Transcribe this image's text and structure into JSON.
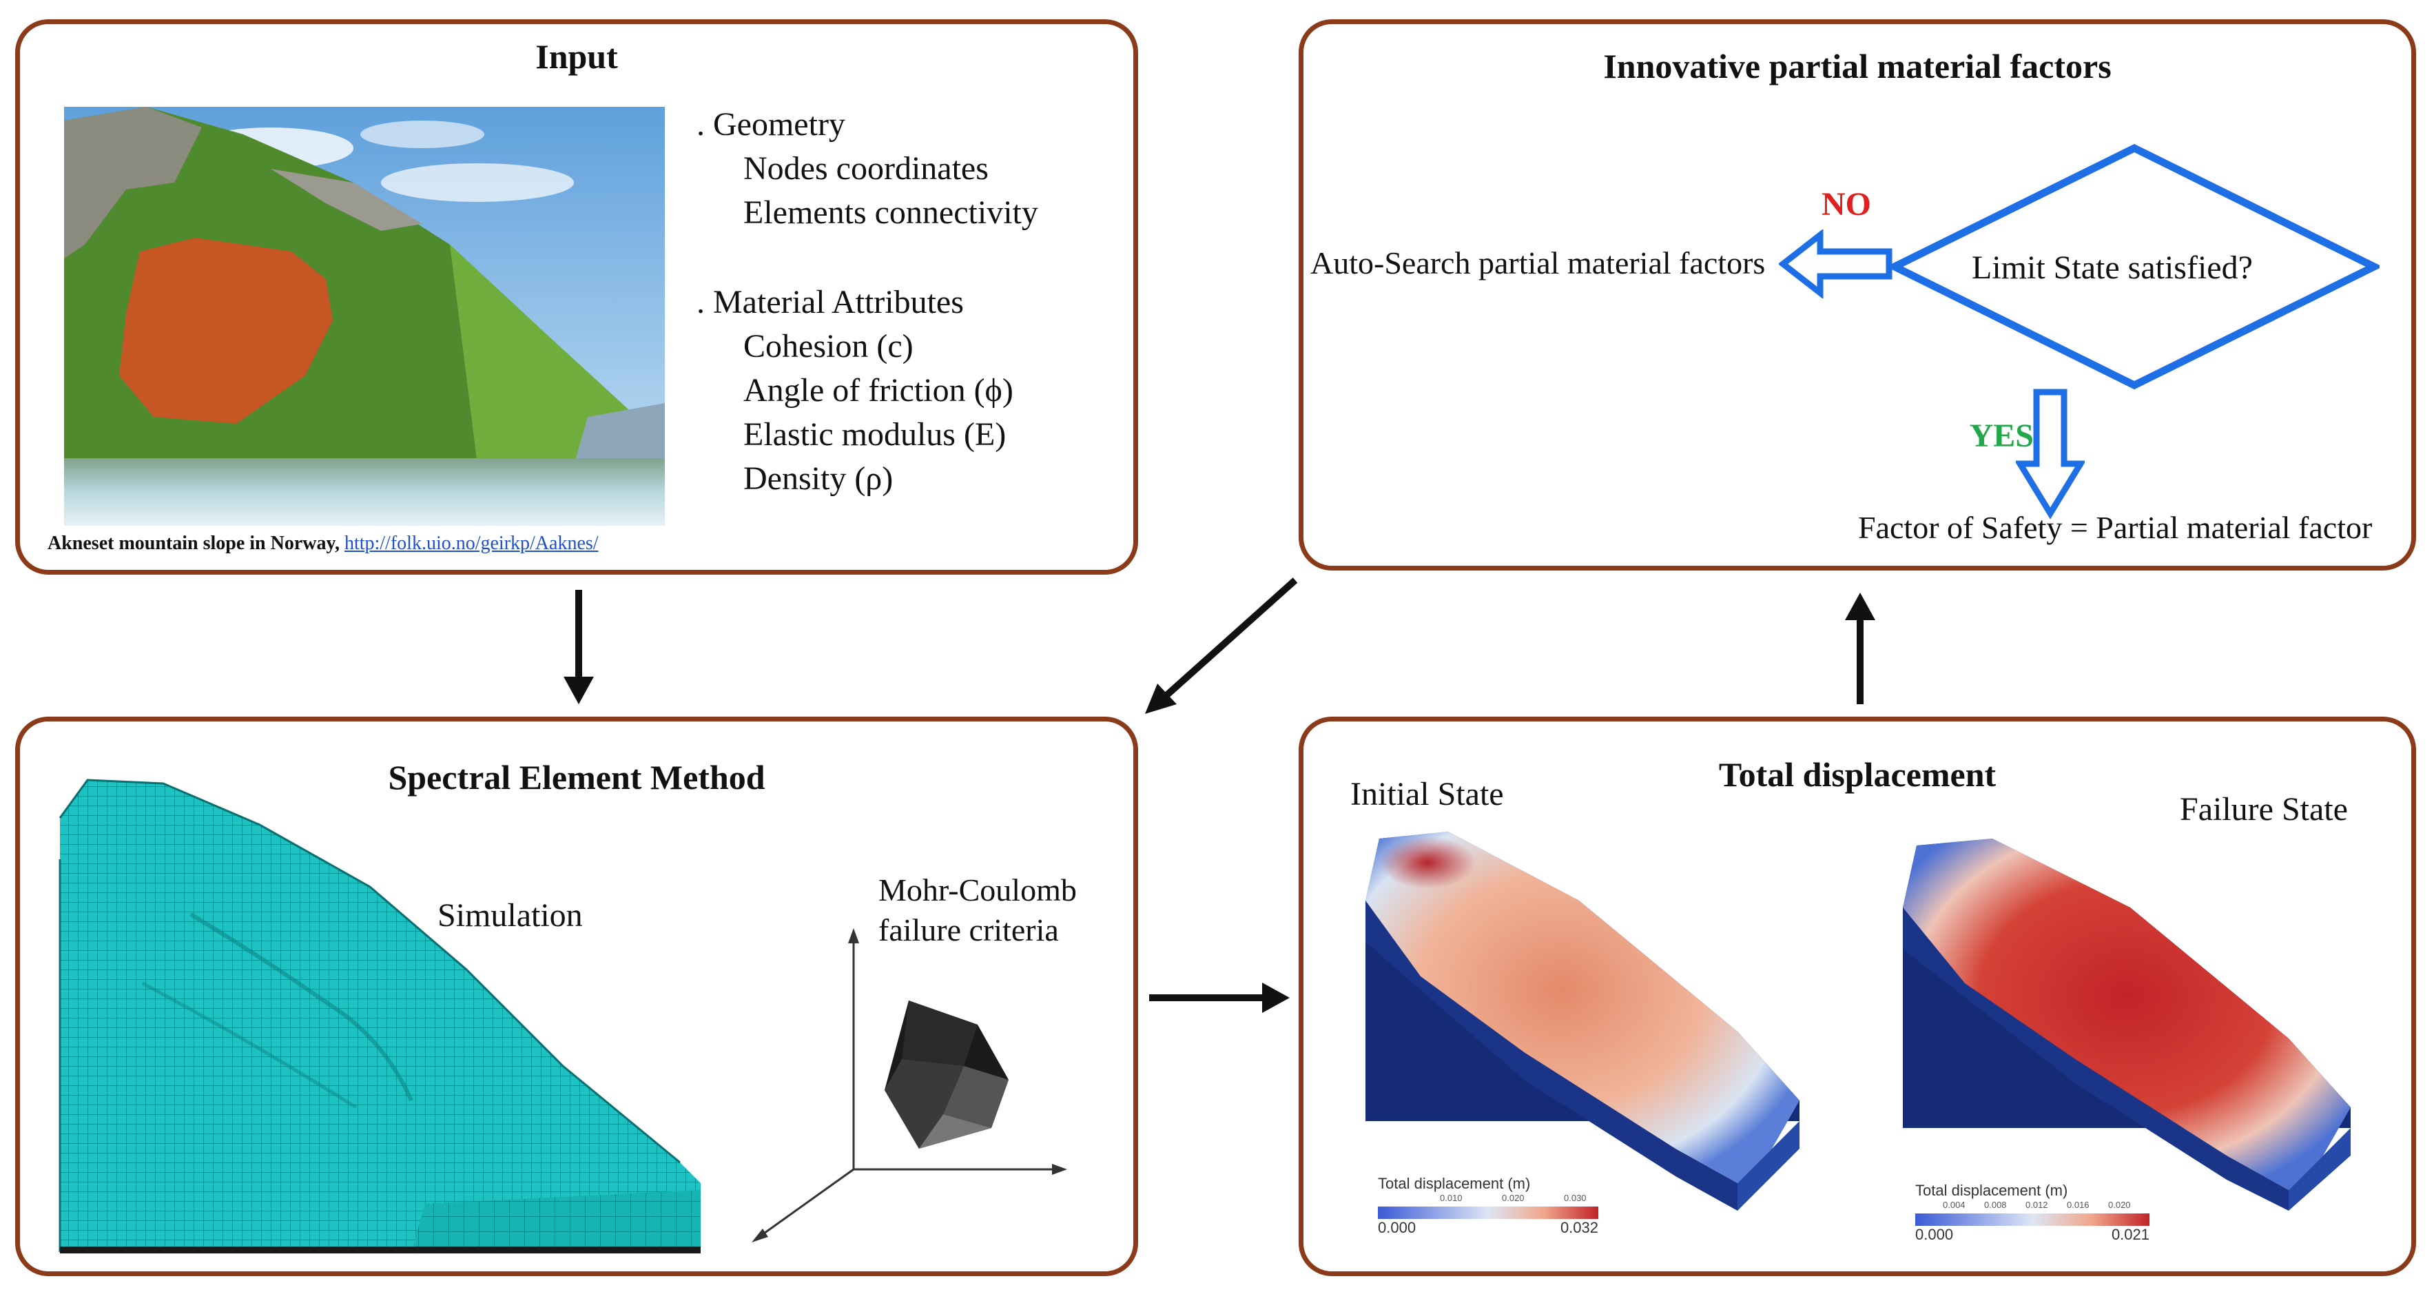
{
  "input": {
    "title": "Input",
    "geometry_heading": ". Geometry",
    "geometry_items": [
      "Nodes coordinates",
      "Elements connectivity"
    ],
    "material_heading": ". Material Attributes",
    "material_items": [
      "Cohesion (c)",
      "Angle of friction (ϕ)",
      "Elastic modulus (E)",
      "Density (ρ)"
    ],
    "caption": "Akneset mountain  slope in Norway,",
    "caption_link": "http://folk.uio.no/geirkp/Aaknes/"
  },
  "factors": {
    "title": "Innovative partial material factors",
    "decision": "Limit State satisfied?",
    "no_label": "NO",
    "yes_label": "YES",
    "auto_search": "Auto-Search partial material factors",
    "result": "Factor of Safety = Partial material factor",
    "colors": {
      "no": "#e02020",
      "yes": "#22a84a",
      "diamond": "#1e6fe6"
    }
  },
  "sem": {
    "title": "Spectral Element Method",
    "simulation": "Simulation",
    "criteria_line1": "Mohr-Coulomb",
    "criteria_line2": "failure criteria",
    "mesh_color": "#1fc2c2"
  },
  "displacement": {
    "title": "Total displacement",
    "initial": "Initial State",
    "failure": "Failure State",
    "colorbar_label": "Total displacement (m)",
    "initial_ticks": [
      "0.010",
      "0.020",
      "0.030"
    ],
    "initial_min": "0.000",
    "initial_max": "0.032",
    "failure_ticks": [
      "0.004",
      "0.008",
      "0.012",
      "0.016",
      "0.020"
    ],
    "failure_min": "0.000",
    "failure_max": "0.021"
  }
}
